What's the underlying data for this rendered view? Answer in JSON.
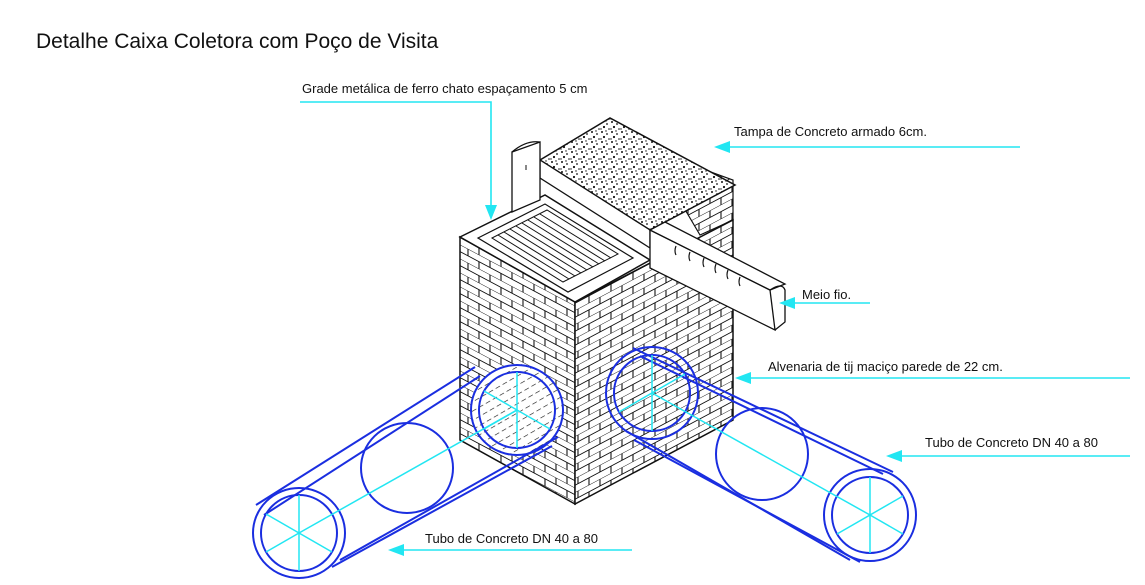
{
  "title": "Detalhe Caixa Coletora com Poço de Visita",
  "labels": {
    "grade": "Grade metálica de ferro chato espaçamento 5 cm",
    "tampa": "Tampa de Concreto armado 6cm.",
    "meio_fio": "Meio fio.",
    "alvenaria": "Alvenaria de tij maciço parede de 22 cm.",
    "tubo_right": "Tubo de Concreto DN 40 a 80",
    "tubo_left": "Tubo de Concreto DN 40 a 80"
  },
  "colors": {
    "leader": "#22e6f2",
    "pipe": "#1a2ee0",
    "axis": "#22e6f2",
    "line": "#111111"
  }
}
